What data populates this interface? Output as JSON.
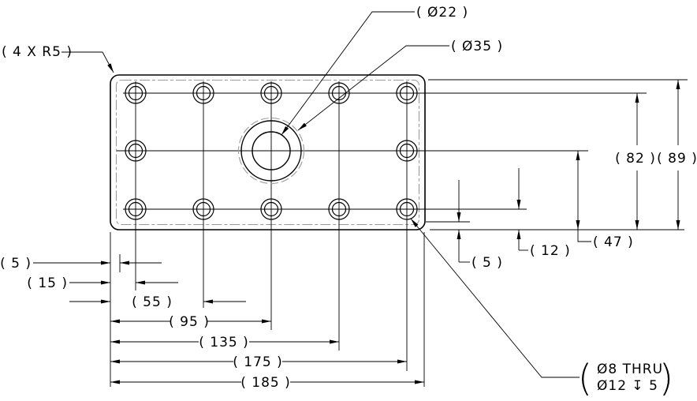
{
  "labels": {
    "corner_radius_note": "( 4 X R5 )",
    "center_hole_dia_small": "( Ø22 )",
    "center_hole_dia_large": "( Ø35 )",
    "left_edge_to_phantom": "( 5 )",
    "left_edge_to_first_column": "( 15 )",
    "bottom_55": "( 55 )",
    "bottom_95": "( 95 )",
    "bottom_135": "( 135 )",
    "bottom_175": "( 175 )",
    "bottom_185": "( 185 )",
    "bottom_edge_to_phantom": "( 5 )",
    "bottom_edge_to_hole_row": "( 12 )",
    "bottom_edge_to_middle_row": "( 47 )",
    "bottom_edge_to_top_row": "( 82 )",
    "overall_height": "( 89 )",
    "hole_note_open_paren": "(",
    "hole_note_line1": "Ø8 THRU",
    "hole_note_line2": "Ø12 ↧ 5",
    "hole_note_close_paren": ")"
  },
  "colors": {
    "line": "#000000",
    "phantom": "#9a9a9a",
    "background": "#ffffff"
  }
}
